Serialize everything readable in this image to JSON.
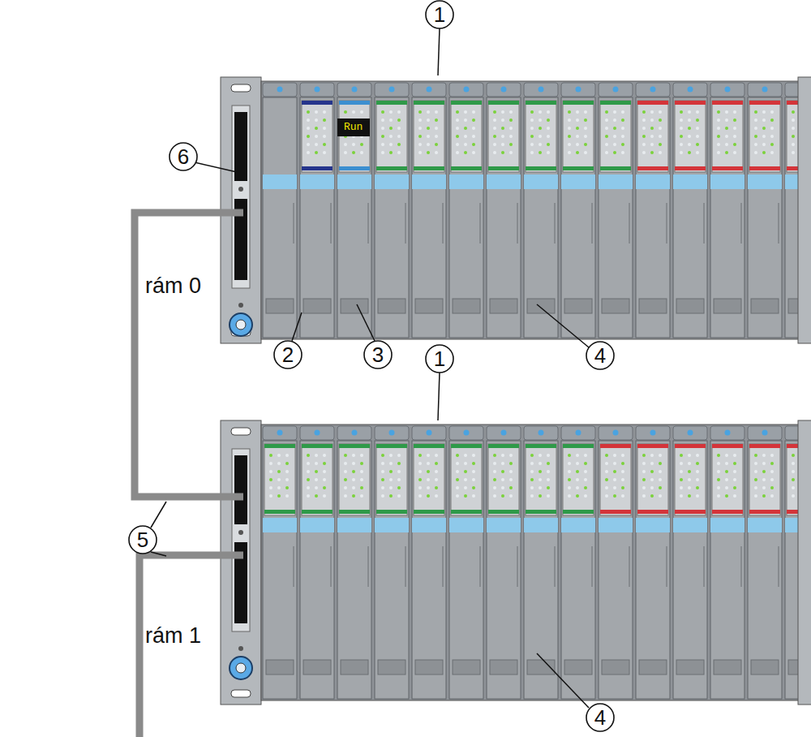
{
  "diagram": {
    "labels": [
      "1",
      "6",
      "Run",
      "rám 0",
      "2",
      "3",
      "4",
      "1",
      "5",
      "rám 1",
      "4"
    ]
  }
}
